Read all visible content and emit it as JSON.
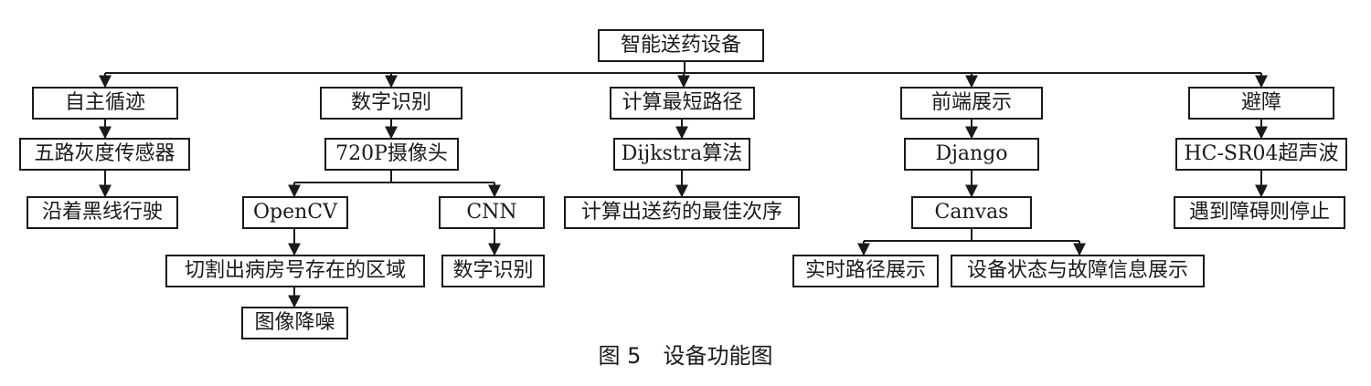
{
  "root": "智能送药设备",
  "branches": [
    {
      "label": "自主循迹",
      "children": [
        "五路灰度传感器",
        "沿着黑线行驶"
      ]
    },
    {
      "label": "数字识别",
      "camera": "720P摄像头",
      "opencv": {
        "label": "OpenCV",
        "steps": [
          "切割出病房号存在的区域",
          "图像降噪"
        ]
      },
      "cnn": {
        "label": "CNN",
        "steps": [
          "数字识别"
        ]
      }
    },
    {
      "label": "计算最短路径",
      "children": [
        "Dijkstra算法",
        "计算出送药的最佳次序"
      ]
    },
    {
      "label": "前端展示",
      "framework": "Django",
      "canvas": "Canvas",
      "outputs": [
        "实时路径展示",
        "设备状态与故障信息展示"
      ]
    },
    {
      "label": "避障",
      "children": [
        "HC-SR04超声波",
        "遇到障碍则停止"
      ]
    }
  ],
  "caption": "图 5　设备功能图"
}
